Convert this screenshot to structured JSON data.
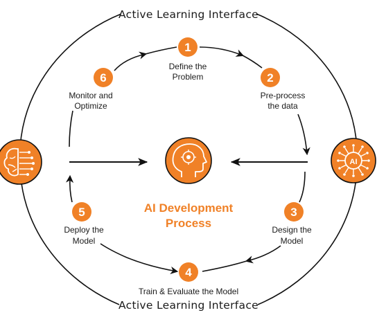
{
  "ring": {
    "top_label": "Active Learning Interface",
    "bottom_label": "Active Learning Interface"
  },
  "center": {
    "title_line1": "AI Development",
    "title_line2": "Process",
    "icon": "ai-head-gear-icon"
  },
  "side_icons": {
    "left": "brain-circuit-icon",
    "right": "ai-chip-icon",
    "right_label": "AI"
  },
  "steps": [
    {
      "number": "1",
      "line1": "Define the",
      "line2": "Problem"
    },
    {
      "number": "2",
      "line1": "Pre-process",
      "line2": "the data"
    },
    {
      "number": "3",
      "line1": "Design the",
      "line2": "Model"
    },
    {
      "number": "4",
      "line1": "Train & Evaluate the Model",
      "line2": ""
    },
    {
      "number": "5",
      "line1": "Deploy the",
      "line2": "Model"
    },
    {
      "number": "6",
      "line1": "Monitor and",
      "line2": "Optimize"
    }
  ],
  "colors": {
    "accent": "#f08127",
    "line": "#111111"
  }
}
